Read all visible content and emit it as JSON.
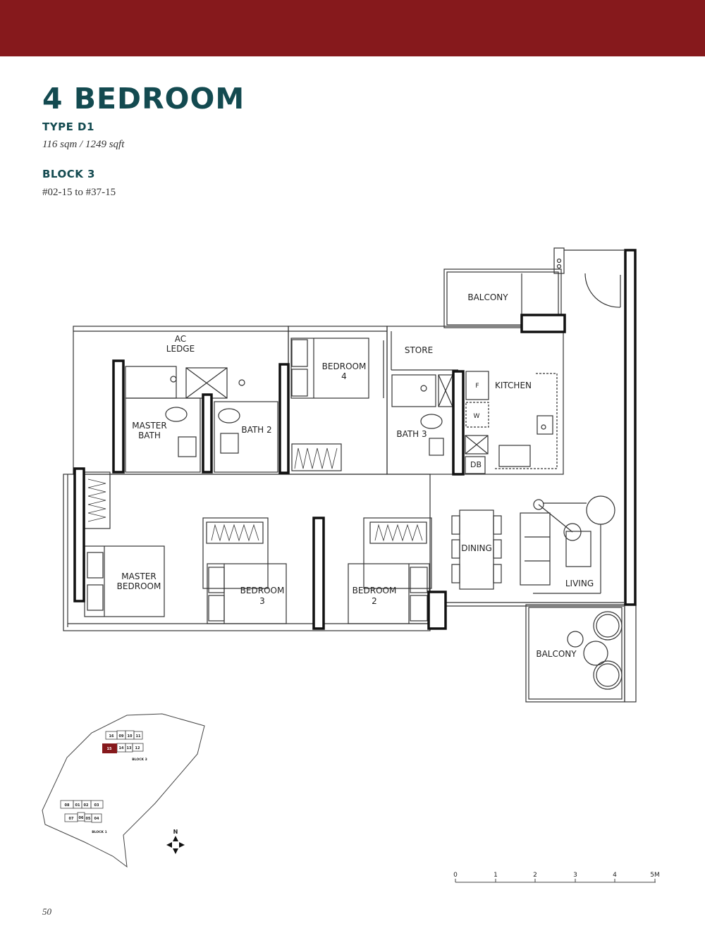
{
  "header": {
    "band_color": "#86191c"
  },
  "unit": {
    "title": "4 BEDROOM",
    "type": "TYPE D1",
    "area": "116 sqm / 1249 sqft",
    "block": "BLOCK 3",
    "units": "#02-15 to #37-15"
  },
  "floor_plan": {
    "rooms": {
      "ac_ledge_1": "AC",
      "ac_ledge_2": "LEDGE",
      "master_bath_1": "MASTER",
      "master_bath_2": "BATH",
      "bath2": "BATH 2",
      "bedroom4_1": "BEDROOM",
      "bedroom4_2": "4",
      "store": "STORE",
      "kitchen": "KITCHEN",
      "bath3": "BATH 3",
      "fridge": "F",
      "washer": "W",
      "db": "DB",
      "balcony_top": "BALCONY",
      "master_bedroom_1": "MASTER",
      "master_bedroom_2": "BEDROOM",
      "bedroom3_1": "BEDROOM",
      "bedroom3_2": "3",
      "bedroom2_1": "BEDROOM",
      "bedroom2_2": "2",
      "dining": "DINING",
      "living": "LIVING",
      "balcony_bottom": "BALCONY"
    }
  },
  "key_plan": {
    "block3_label": "BLOCK 3",
    "block1_label": "BLOCK 1",
    "block3_row1": [
      "16",
      "09",
      "10",
      "11"
    ],
    "block3_row2": [
      "15",
      "14",
      "13",
      "12"
    ],
    "block1_row1": [
      "08",
      "01",
      "02",
      "03"
    ],
    "block1_row2": [
      "07",
      "06",
      "05",
      "04"
    ],
    "highlighted_unit": "15",
    "highlight_color": "#86191c",
    "north": "N"
  },
  "scale_bar": {
    "ticks": [
      "0",
      "1",
      "2",
      "3",
      "4",
      "5M"
    ]
  },
  "page_number": "50"
}
